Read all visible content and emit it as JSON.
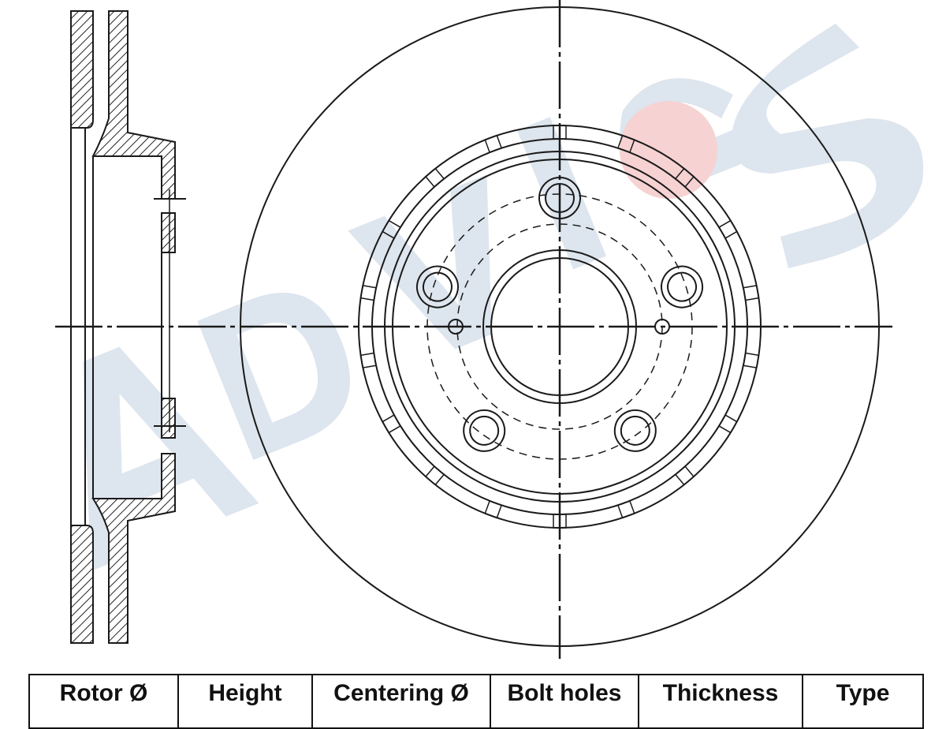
{
  "watermark": {
    "brand": "ADVICS",
    "colors": {
      "letters": "#dde5ee",
      "dot": "#f6d2d2"
    }
  },
  "drawing": {
    "line_color": "#1a1a1a",
    "background": "#ffffff"
  },
  "table": {
    "headers": [
      "Rotor Ø",
      "Height",
      "Centering Ø",
      "Bolt holes",
      "Thickness",
      "Type"
    ]
  }
}
